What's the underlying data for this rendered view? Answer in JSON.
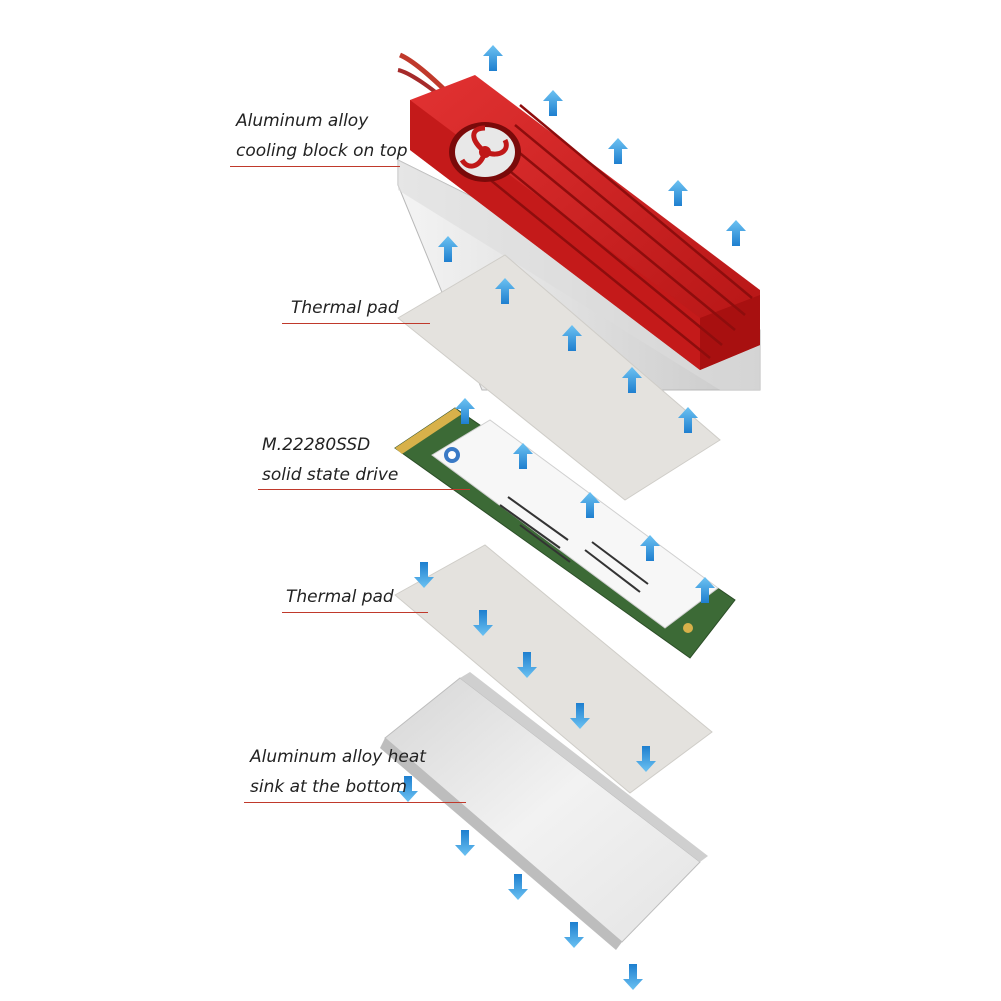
{
  "labels": {
    "top_block": [
      "Aluminum alloy",
      "cooling block on top"
    ],
    "thermal_pad_top": [
      "Thermal pad"
    ],
    "ssd": [
      "M.22280SSD",
      "solid state drive"
    ],
    "thermal_pad_bottom": [
      "Thermal pad"
    ],
    "bottom_sink": [
      "Aluminum alloy heat",
      "sink at the bottom"
    ]
  },
  "colors": {
    "heatsink_red": "#d01c1c",
    "thermal_pad": "#e2e0dc",
    "pcb_green": "#3f6b3a",
    "arrow_blue": "#2b9be0",
    "leader_line": "#c0392b"
  },
  "icons": {
    "up_arrow": "arrow-up-icon",
    "down_arrow": "arrow-down-icon",
    "fan": "fan-icon"
  }
}
